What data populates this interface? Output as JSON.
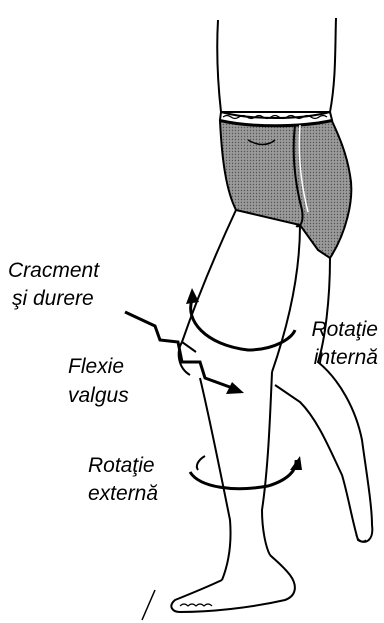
{
  "labels": {
    "crack_line1": "Cracment",
    "crack_line2": "şi durere",
    "flexion_line1": "Flexie",
    "flexion_line2": "valgus",
    "internal_line1": "Rotaţie",
    "internal_line2": "internă",
    "external_line1": "Rotaţie",
    "external_line2": "externă"
  },
  "colors": {
    "ink": "#000000",
    "paper": "#ffffff",
    "shorts_fill": "#8c8c8c"
  }
}
